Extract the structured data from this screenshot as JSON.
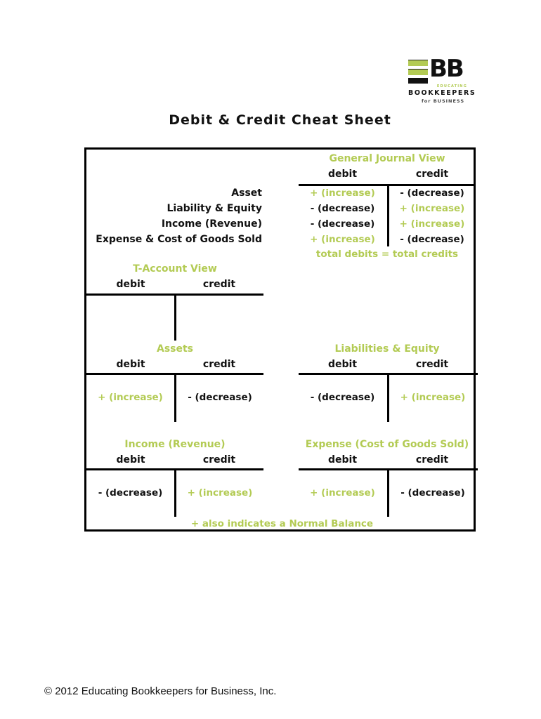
{
  "page": {
    "title": "Debit & Credit Cheat Sheet",
    "footer": "© 2012 Educating Bookkeepers for Business, Inc."
  },
  "colors": {
    "green": "#b3cb54",
    "black": "#111111"
  },
  "logo": {
    "letters": "BB",
    "educating": "EDUCATING",
    "bookkeepers": "BOOKKEEPERS",
    "for_business": "for BUSINESS"
  },
  "general_journal": {
    "title": "General Journal View",
    "debit_header": "debit",
    "credit_header": "credit",
    "rows": [
      {
        "label": "Asset",
        "debit": "+ (increase)",
        "credit": "- (decrease)"
      },
      {
        "label": "Liability & Equity",
        "debit": "- (decrease)",
        "credit": "+ (increase)"
      },
      {
        "label": "Income (Revenue)",
        "debit": "- (decrease)",
        "credit": "+ (increase)"
      },
      {
        "label": "Expense & Cost of Goods Sold",
        "debit": "+ (increase)",
        "credit": "- (decrease)"
      }
    ],
    "footnote": "total debits = total credits"
  },
  "t_account_view": {
    "title": "T-Account View",
    "debit_header": "debit",
    "credit_header": "credit"
  },
  "t_accounts": [
    {
      "title": "Assets",
      "debit_header": "debit",
      "credit_header": "credit",
      "debit": "+ (increase)",
      "credit": "- (decrease)"
    },
    {
      "title": "Liabilities & Equity",
      "debit_header": "debit",
      "credit_header": "credit",
      "debit": "- (decrease)",
      "credit": "+ (increase)"
    },
    {
      "title": "Income (Revenue)",
      "debit_header": "debit",
      "credit_header": "credit",
      "debit": "- (decrease)",
      "credit": "+ (increase)"
    },
    {
      "title": "Expense (Cost of Goods Sold)",
      "debit_header": "debit",
      "credit_header": "credit",
      "debit": "+ (increase)",
      "credit": "- (decrease)"
    }
  ],
  "note": "+ also indicates a Normal Balance"
}
